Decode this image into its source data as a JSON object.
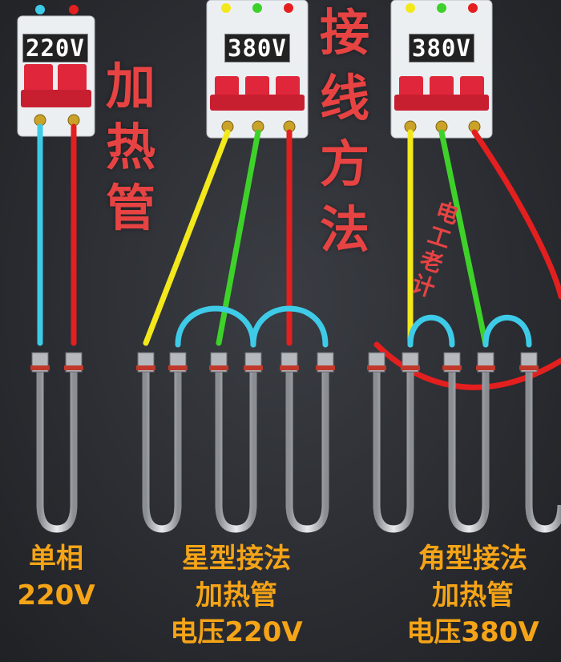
{
  "title": [
    "加",
    "热",
    "管"
  ],
  "method_title": [
    "接",
    "线",
    "方",
    "法"
  ],
  "watermark": [
    "电",
    "工",
    "老",
    "计"
  ],
  "breakers": [
    {
      "voltage_label": "220V"
    },
    {
      "voltage_label": "380V"
    },
    {
      "voltage_label": "380V"
    }
  ],
  "captions": [
    {
      "lines": [
        "单相",
        "220V"
      ]
    },
    {
      "lines": [
        "星型接法",
        "加热管",
        "电压220V"
      ]
    },
    {
      "lines": [
        "角型接法",
        "加热管",
        "电压380V"
      ]
    }
  ],
  "colors": {
    "phase_yellow": "#f2e81b",
    "phase_green": "#3ed12a",
    "phase_red": "#e41f1f",
    "neutral_blue": "#3ecbe8",
    "link_blue": "#3ecbe8",
    "caption_orange": "#f5a417",
    "title_red": "#e74343",
    "breaker_body": "#e9ecef",
    "breaker_handle": "#e0263a"
  }
}
